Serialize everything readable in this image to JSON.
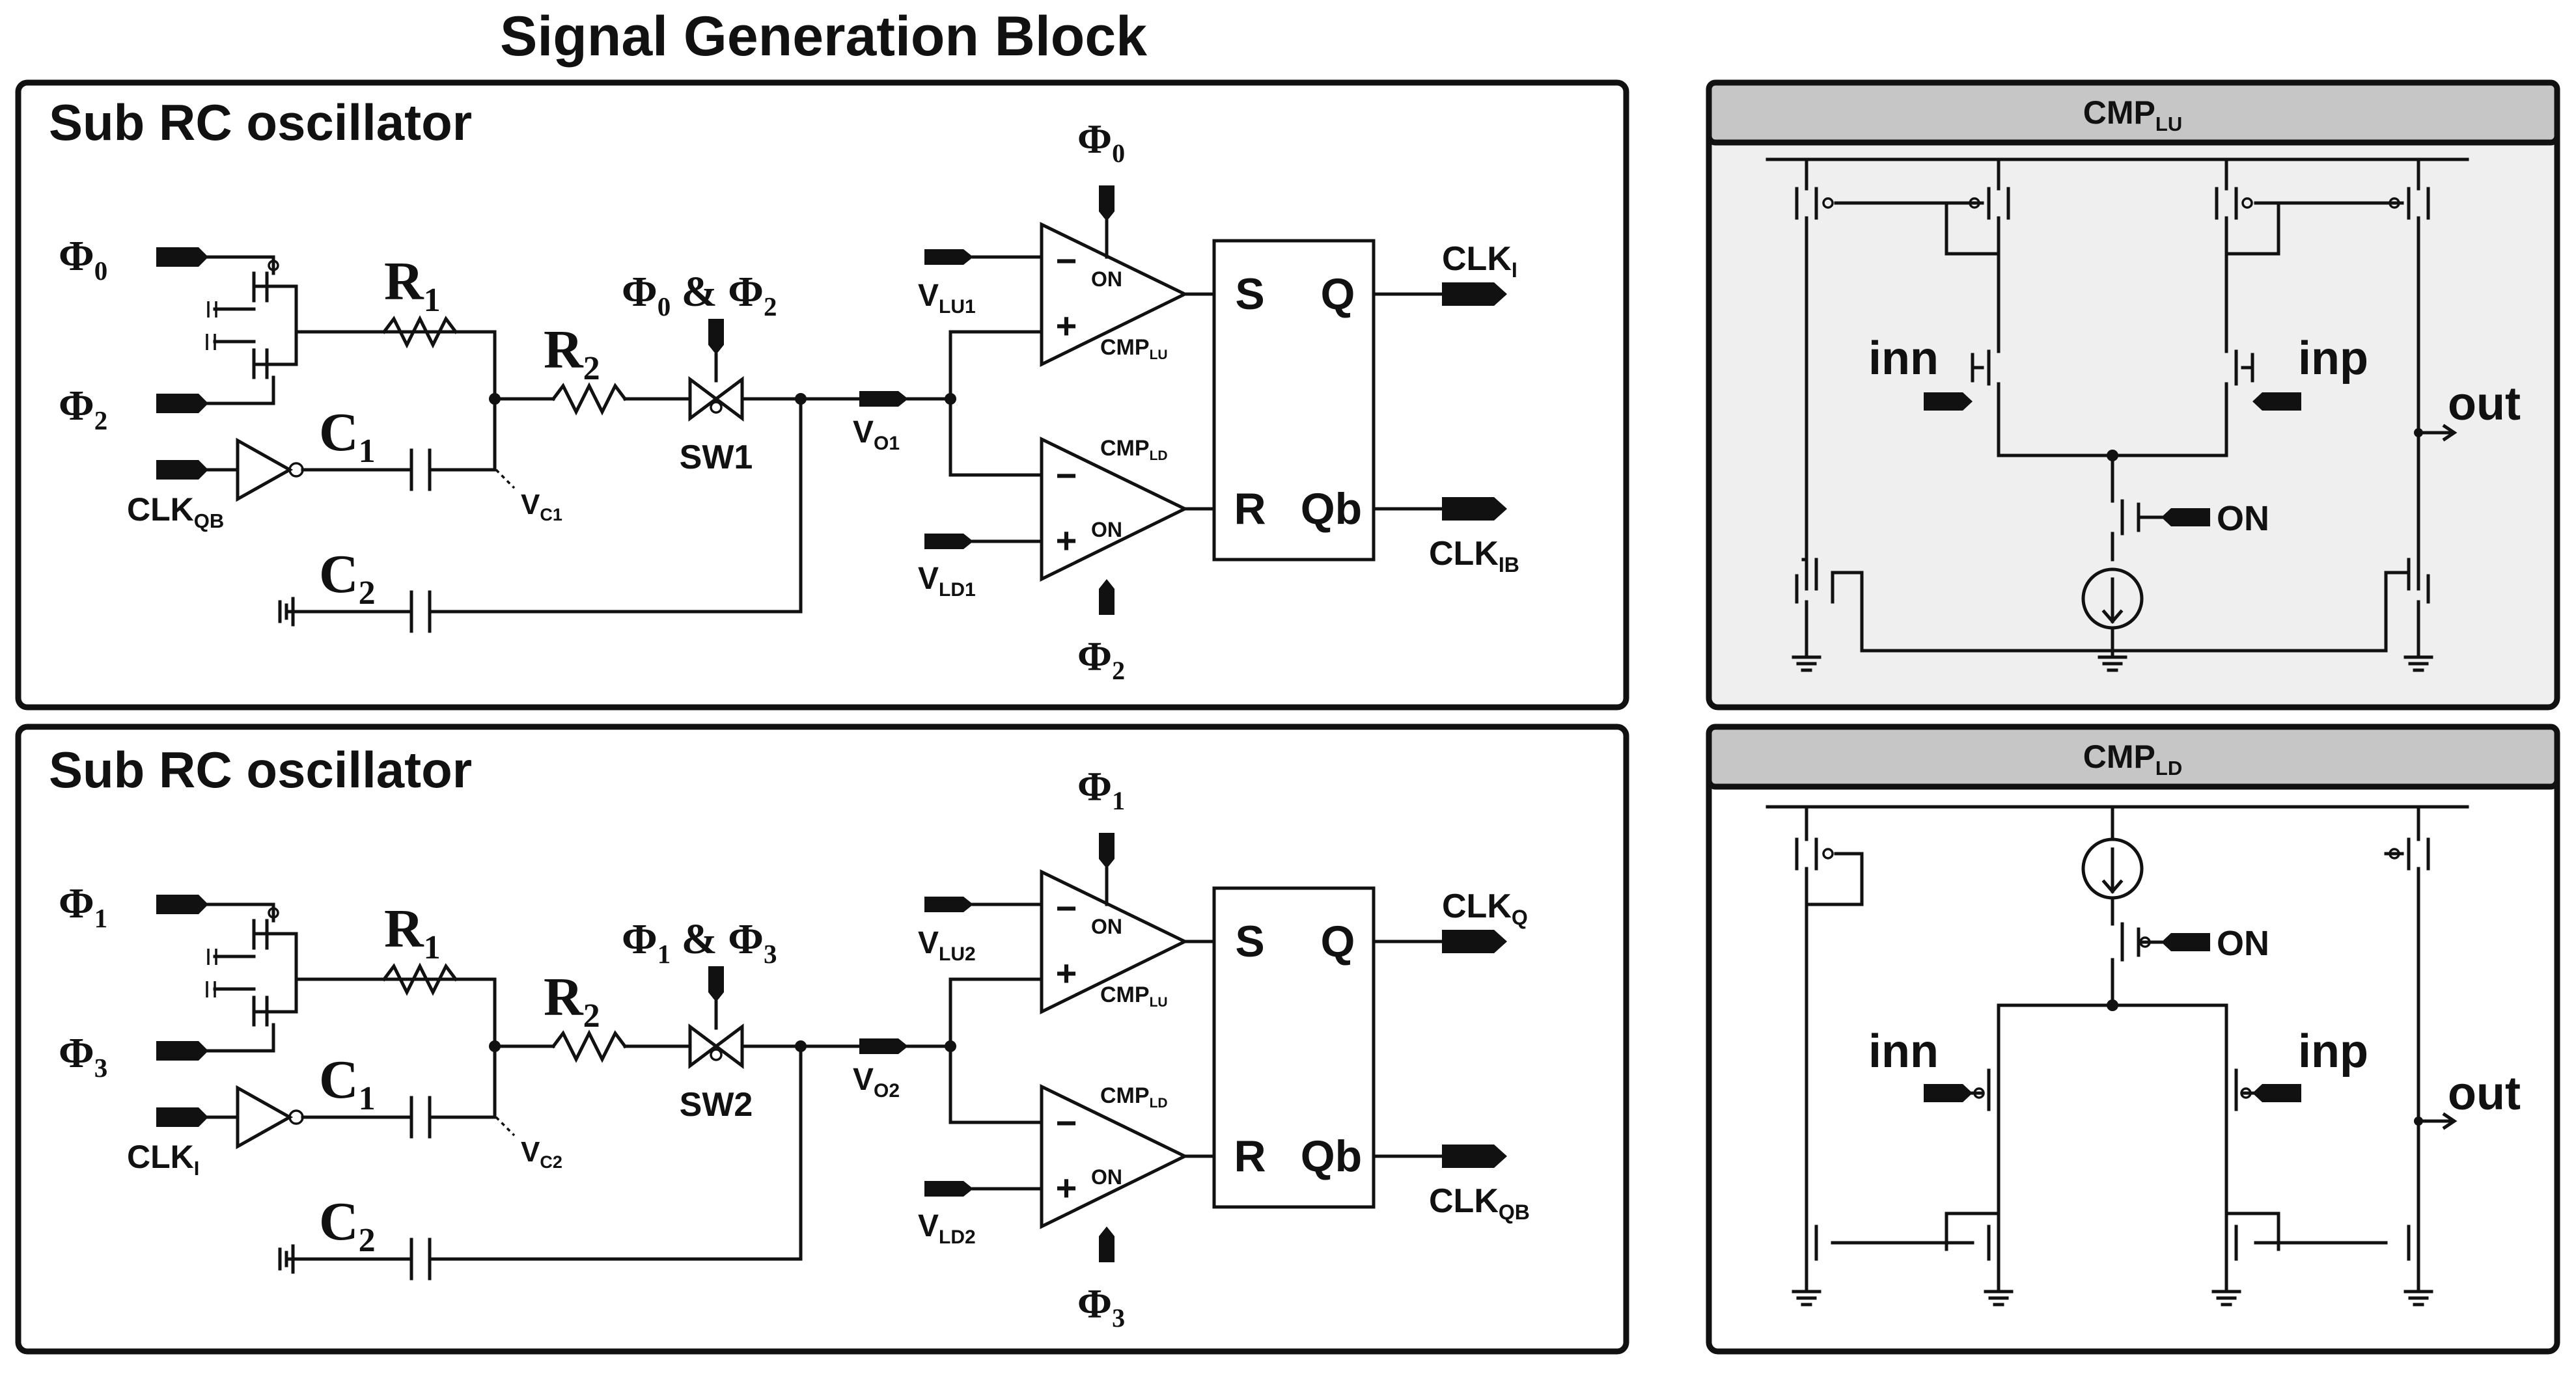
{
  "title": "Signal  Generation Block",
  "colors": {
    "panel_bg": "#efefef",
    "header_bg": "#c6c6c6",
    "line": "#111111",
    "ink": "#111111"
  },
  "oscillators": [
    {
      "heading": "Sub RC oscillator",
      "phase_a_sym": "Φ",
      "phase_a_sub": "0",
      "phase_b_sym": "Φ",
      "phase_b_sub": "2",
      "clk_in_main": "CLK",
      "clk_in_sub": "QB",
      "r1_main": "R",
      "r1_sub": "1",
      "r2_main": "R",
      "r2_sub": "2",
      "c1_main": "C",
      "c1_sub": "1",
      "c2_main": "C",
      "c2_sub": "2",
      "sw_main": "Φ",
      "sw_sub1": "0",
      "sw_amp": " & ",
      "sw_sub2": "2",
      "sw_name": "SW1",
      "vc_main": "V",
      "vc_sub": "C1",
      "vo_main": "V",
      "vo_sub": "O1",
      "vlu_main": "V",
      "vlu_sub": "LU1",
      "vld_main": "V",
      "vld_sub": "LD1",
      "cmp_top_main": "CMP",
      "cmp_top_sub": "LU",
      "cmp_bot_main": "CMP",
      "cmp_bot_sub": "LD",
      "on": "ON",
      "minus": "−",
      "plus": "+",
      "phi_top_sym": "Φ",
      "phi_top_sub": "0",
      "phi_bot_sym": "Φ",
      "phi_bot_sub": "2",
      "sr_s": "S",
      "sr_q": "Q",
      "sr_r": "R",
      "sr_qb": "Qb",
      "out_q_main": "CLK",
      "out_q_sub": "I",
      "out_qb_main": "CLK",
      "out_qb_sub": "IB"
    },
    {
      "heading": "Sub RC oscillator",
      "phase_a_sym": "Φ",
      "phase_a_sub": "1",
      "phase_b_sym": "Φ",
      "phase_b_sub": "3",
      "clk_in_main": "CLK",
      "clk_in_sub": "I",
      "r1_main": "R",
      "r1_sub": "1",
      "r2_main": "R",
      "r2_sub": "2",
      "c1_main": "C",
      "c1_sub": "1",
      "c2_main": "C",
      "c2_sub": "2",
      "sw_main": "Φ",
      "sw_sub1": "1",
      "sw_amp": " & ",
      "sw_sub2": "3",
      "sw_name": "SW2",
      "vc_main": "V",
      "vc_sub": "C2",
      "vo_main": "V",
      "vo_sub": "O2",
      "vlu_main": "V",
      "vlu_sub": "LU2",
      "vld_main": "V",
      "vld_sub": "LD2",
      "cmp_top_main": "CMP",
      "cmp_top_sub": "LU",
      "cmp_bot_main": "CMP",
      "cmp_bot_sub": "LD",
      "on": "ON",
      "minus": "−",
      "plus": "+",
      "phi_top_sym": "Φ",
      "phi_top_sub": "1",
      "phi_bot_sym": "Φ",
      "phi_bot_sub": "3",
      "sr_s": "S",
      "sr_q": "Q",
      "sr_r": "R",
      "sr_qb": "Qb",
      "out_q_main": "CLK",
      "out_q_sub": "Q",
      "out_qb_main": "CLK",
      "out_qb_sub": "QB"
    }
  ],
  "comparators": [
    {
      "header_main": "CMP",
      "header_sub": "LU",
      "inn": "inn",
      "inp": "inp",
      "out": "out",
      "on": "ON"
    },
    {
      "header_main": "CMP",
      "header_sub": "LD",
      "inn": "inn",
      "inp": "inp",
      "out": "out",
      "on": "ON"
    }
  ]
}
